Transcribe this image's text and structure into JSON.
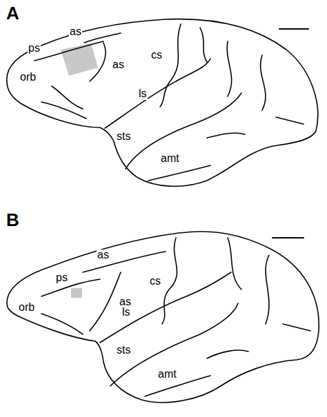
{
  "diagram": {
    "labels": [
      "A",
      "ps",
      "as",
      "cs",
      "as",
      "orb",
      "ls",
      "sts",
      "amt",
      "B",
      "as",
      "ps",
      "cs",
      "orb",
      "as",
      "ls",
      "sts",
      "amt"
    ]
  }
}
